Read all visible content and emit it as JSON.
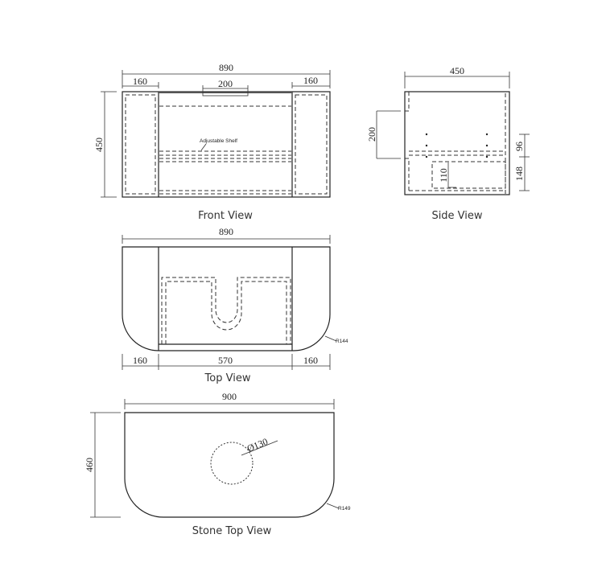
{
  "front_view": {
    "caption": "Front View",
    "width": "890",
    "left": "160",
    "right": "160",
    "handle": "200",
    "height": "450",
    "shelf_note": "Adjustable Shelf"
  },
  "side_view": {
    "caption": "Side View",
    "depth": "450",
    "upper": "200",
    "dim_96": "96",
    "dim_148": "148",
    "dim_110": "110"
  },
  "top_view": {
    "caption": "Top View",
    "width": "890",
    "left": "160",
    "middle": "570",
    "right": "160",
    "radius": "R144"
  },
  "stone_top_view": {
    "caption": "Stone Top View",
    "width": "900",
    "depth": "460",
    "hole": "Ø130",
    "radius": "R149"
  }
}
